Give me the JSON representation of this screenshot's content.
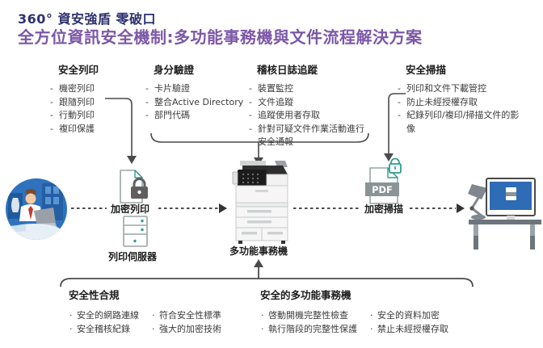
{
  "header": {
    "title": "360° 資安強盾 零破口",
    "subtitle": "全方位資訊安全機制:多功能事務機與文件流程解決方案"
  },
  "feature_columns": [
    {
      "title": "安全列印",
      "items": [
        "機密列印",
        "跟隨列印",
        "行動列印",
        "複印保護"
      ]
    },
    {
      "title": "身分驗證",
      "items": [
        "卡片驗證",
        "整合Active Directory",
        "部門代碼"
      ]
    },
    {
      "title": "稽核日誌追蹤",
      "items": [
        "裝置監控",
        "文件追蹤",
        "追蹤使用者存取",
        "針對可疑文件作業活動進行安全通報"
      ]
    },
    {
      "title": "安全掃描",
      "items": [
        "列印和文件下載管控",
        "防止未經授權存取",
        "紀錄列印/複印/掃描文件的影像"
      ]
    }
  ],
  "flow": {
    "encrypted_print_label": "加密列印",
    "print_server_label": "列印伺服器",
    "mfp_label": "多功能事務機",
    "encrypted_scan_label": "加密掃描",
    "pdf_label": "PDF"
  },
  "bottom_sections": [
    {
      "title": "安全性合規",
      "items": [
        "安全的網路連線",
        "符合安全性標準",
        "安全稽核紀錄",
        "強大的加密技術"
      ]
    },
    {
      "title": "安全的多功能事務機",
      "items": [
        "啓動開機完整性檢查",
        "安全的資料加密",
        "執行階段的完整性保護",
        "禁止未經授權存取"
      ]
    }
  ],
  "icons": {
    "user": "user-at-laptop-icon",
    "encrypted_document": "document-lock-icon",
    "print_server": "server-icon",
    "mfp": "multifunction-printer-icon",
    "encrypted_pdf": "pdf-lock-icon",
    "workstation": "desk-monitor-lamp-icon"
  },
  "colors": {
    "title_navy": "#2e3170",
    "subtitle_purple": "#7c58a8",
    "accent_teal": "#2f9d8f",
    "connector": "#4a4a4a",
    "person_blue": "#2f72bd",
    "screen_blue": "#2e6cb5"
  }
}
